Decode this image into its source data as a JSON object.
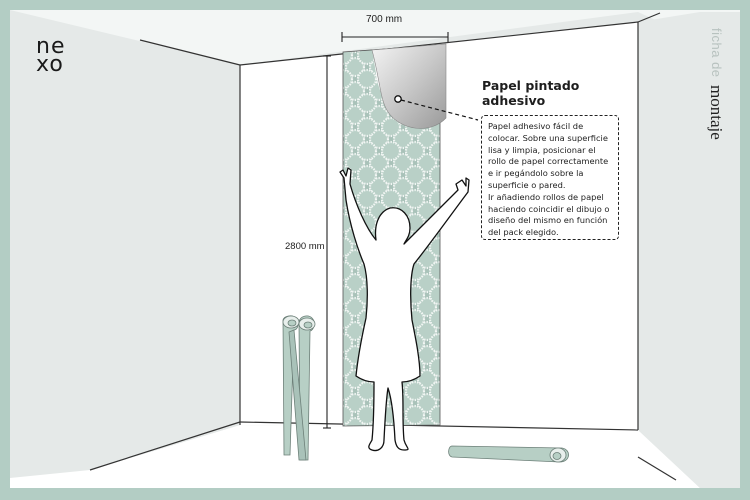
{
  "brand": {
    "logo_line1": "ne",
    "logo_line2": "xo"
  },
  "side_label": {
    "light": "ficha de",
    "dark": "montaje"
  },
  "dimensions": {
    "width": "700 mm",
    "height": "2800 mm"
  },
  "product": {
    "title_line1": "Papel pintado",
    "title_line2": "adhesivo"
  },
  "instructions": {
    "paragraph1": "Papel adhesivo fácil de colocar. Sobre una superficie lisa y limpia, posicionar el rollo de papel correctamente e ir pegándolo sobre la superficie o pared.",
    "paragraph2": "Ir añadiendo rollos de papel haciendo coincidir el dibujo o diseño del mismo en función del pack elegido."
  },
  "colors": {
    "frame": "#b3cdc4",
    "side_wall": "#e5e9e8",
    "wallpaper": "#a9c2b9",
    "wallpaper_pattern": "#f2f6f4",
    "rolls": "#b7cfc5",
    "lines": "#222222"
  },
  "illustration": {
    "elements": [
      "room-corner",
      "wallpaper-strip",
      "peeling-corner",
      "person-silhouette",
      "standing-rolls",
      "lying-roll"
    ]
  }
}
